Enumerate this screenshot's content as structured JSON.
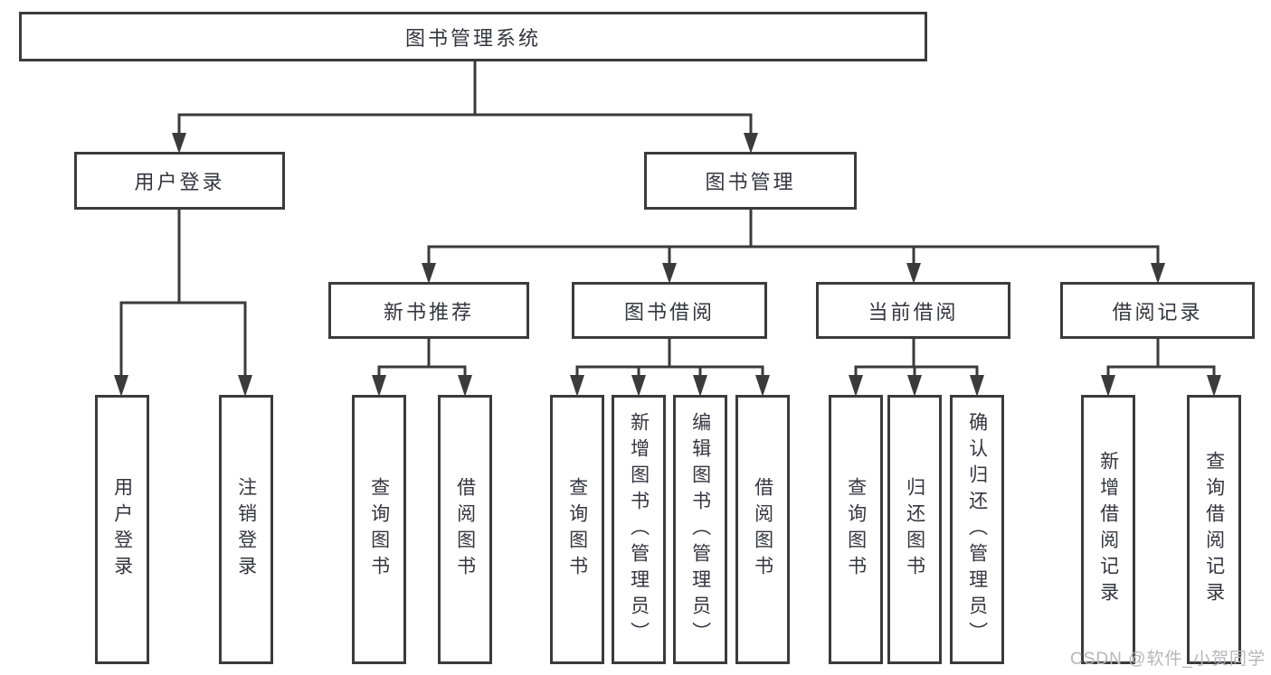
{
  "diagram": {
    "type": "hierarchy-diagram",
    "watermark": "CSDN @软件_小贺同学",
    "colors": {
      "background": "#ffffff",
      "box_border": "#3b3b3b",
      "connector": "#3b3b3b",
      "text": "#35353f",
      "watermark": "#b6b6bc"
    },
    "nodes": {
      "root": "图书管理系统",
      "user_login": "用户登录",
      "book_mgmt": "图书管理",
      "new_books": "新书推荐",
      "book_borrow": "图书借阅",
      "current_borrow": "当前借阅",
      "borrow_records": "借阅记录",
      "leaf_login": "用户登录",
      "leaf_logout": "注销登录",
      "leaf_nb_query": "查询图书",
      "leaf_nb_borrow": "借阅图书",
      "leaf_bb_query": "查询图书",
      "leaf_bb_add": "新增图书（管理员）",
      "leaf_bb_edit": "编辑图书（管理员）",
      "leaf_bb_borrow": "借阅图书",
      "leaf_cb_query": "查询图书",
      "leaf_cb_return": "归还图书",
      "leaf_cb_confirm": "确认归还（管理员）",
      "leaf_br_add": "新增借阅记录",
      "leaf_br_query": "查询借阅记录"
    },
    "tree": {
      "label": "图书管理系统",
      "children": [
        {
          "label": "用户登录",
          "children": [
            {
              "label": "用户登录"
            },
            {
              "label": "注销登录"
            }
          ]
        },
        {
          "label": "图书管理",
          "children": [
            {
              "label": "新书推荐",
              "children": [
                {
                  "label": "查询图书"
                },
                {
                  "label": "借阅图书"
                }
              ]
            },
            {
              "label": "图书借阅",
              "children": [
                {
                  "label": "查询图书"
                },
                {
                  "label": "新增图书（管理员）"
                },
                {
                  "label": "编辑图书（管理员）"
                },
                {
                  "label": "借阅图书"
                }
              ]
            },
            {
              "label": "当前借阅",
              "children": [
                {
                  "label": "查询图书"
                },
                {
                  "label": "归还图书"
                },
                {
                  "label": "确认归还（管理员）"
                }
              ]
            },
            {
              "label": "借阅记录",
              "children": [
                {
                  "label": "新增借阅记录"
                },
                {
                  "label": "查询借阅记录"
                }
              ]
            }
          ]
        }
      ]
    }
  }
}
